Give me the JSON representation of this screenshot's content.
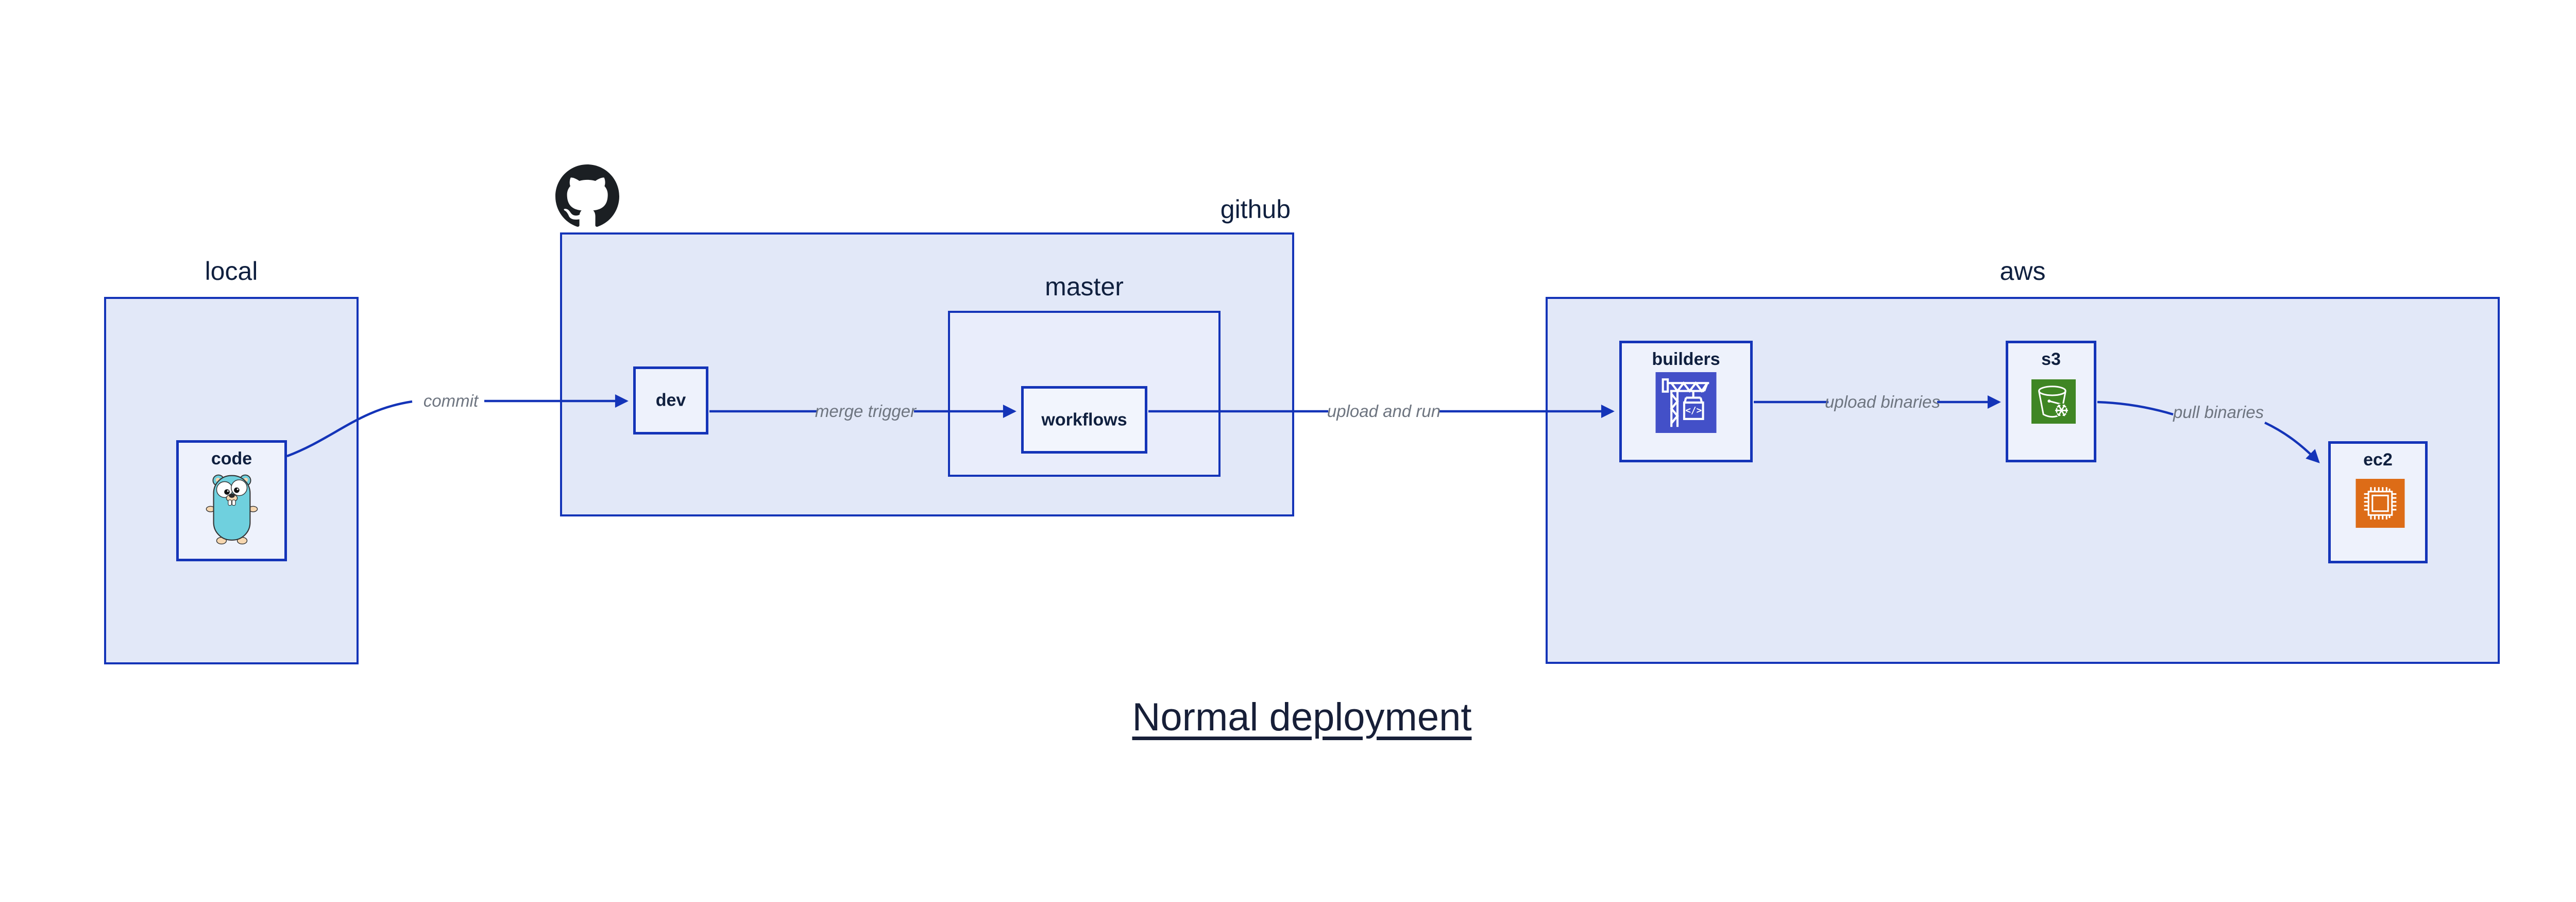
{
  "title": {
    "text": "Normal deployment"
  },
  "groups": {
    "local": {
      "label": "local"
    },
    "github": {
      "label": "github"
    },
    "master": {
      "label": "master"
    },
    "aws": {
      "label": "aws"
    }
  },
  "nodes": {
    "code": {
      "label": "code"
    },
    "dev": {
      "label": "dev"
    },
    "workflows": {
      "label": "workflows"
    },
    "builders": {
      "label": "builders"
    },
    "s3": {
      "label": "s3"
    },
    "ec2": {
      "label": "ec2"
    }
  },
  "edges": {
    "commit": {
      "label": "commit"
    },
    "merge_trigger": {
      "label": "merge trigger"
    },
    "upload_and_run": {
      "label": "upload and run"
    },
    "upload_binaries": {
      "label": "upload binaries"
    },
    "pull_binaries": {
      "label": "pull binaries"
    }
  },
  "icons": {
    "github_logo": "github-octocat",
    "code_icon": "go-gopher",
    "builders_icon": "aws-codebuild-crane",
    "s3_icon": "aws-s3-bucket-snowflake",
    "ec2_icon": "aws-ec2-chip",
    "builders_code_glyph": "</>"
  },
  "colors": {
    "container_fill": "#e2e8f8",
    "node_fill": "#eef2fc",
    "border_blue": "#1434b8",
    "arrow_blue": "#1434b8",
    "label_navy": "#10203f",
    "edge_label_gray": "#6e7580",
    "builders_icon_bg": "#4350c8",
    "s3_icon_bg": "#3f8624",
    "ec2_icon_bg": "#dd6c17",
    "gopher_teal": "#6fd0de",
    "github_logo_black": "#1b1f23"
  }
}
